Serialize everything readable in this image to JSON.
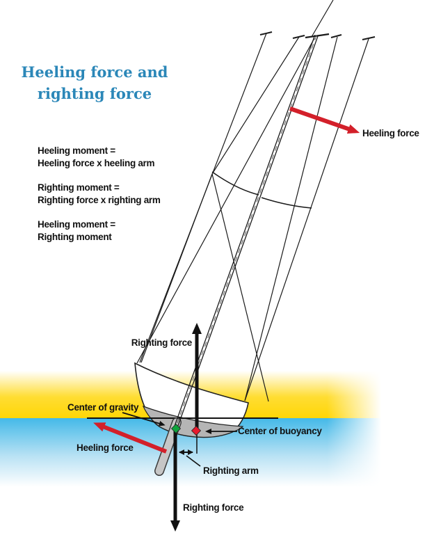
{
  "title": {
    "line1": "Heeling force and",
    "line2": "righting force"
  },
  "equations": {
    "eq1_line1": "Heeling moment =",
    "eq1_line2": "Heeling force x heeling arm",
    "eq2_line1": "Righting moment =",
    "eq2_line2": "Righting force x righting arm",
    "eq3_line1": "Heeling moment =",
    "eq3_line2": "Righting moment"
  },
  "labels": {
    "heeling_force_top": "Heeling force",
    "righting_force_top": "Righting force",
    "center_of_gravity": "Center of gravity",
    "center_of_buoyancy": "Center of buoyancy",
    "heeling_force_bottom": "Heeling force",
    "righting_arm": "Righting arm",
    "righting_force_bottom": "Righting force"
  },
  "colors": {
    "title_blue": "#2b87b8",
    "arrow_red": "#d3202a",
    "gravity_point_green": "#0fa33c",
    "buoyancy_point_red": "#e8192c",
    "sky_yellow": "#ffd606",
    "water_blue": "#44b9e8",
    "hull_gray": "#b5b5b5",
    "line_black": "#1a1a1a"
  }
}
